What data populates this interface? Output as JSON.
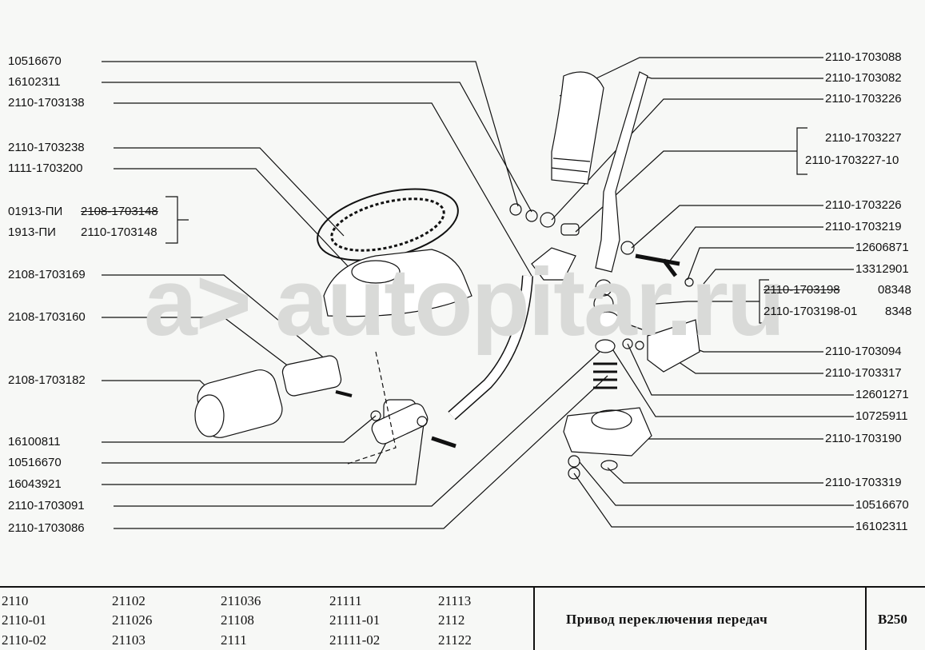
{
  "watermark": "a> autopitar.ru",
  "left_labels": [
    "10516670",
    "16102311",
    "2110-1703138",
    "2110-1703238",
    "1111-1703200",
    "01913-ПИ",
    "2108-1703148",
    "1913-ПИ",
    "2110-1703148",
    "2108-1703169",
    "2108-1703160",
    "2108-1703182",
    "16100811",
    "10516670",
    "16043921",
    "2110-1703091",
    "2110-1703086"
  ],
  "right_labels": [
    "2110-1703088",
    "2110-1703082",
    "2110-1703226",
    "2110-1703227",
    "2110-1703227-10",
    "2110-1703226",
    "2110-1703219",
    "12606871",
    "13312901",
    "2110-1703198",
    "08348",
    "2110-1703198-01",
    "8348",
    "2110-1703094",
    "2110-1703317",
    "12601271",
    "10725911",
    "2110-1703190",
    "2110-1703319",
    "10516670",
    "16102311"
  ],
  "footer": {
    "models": [
      [
        "2110",
        "2110-01",
        "2110-02"
      ],
      [
        "21102",
        "211026",
        "21103"
      ],
      [
        "211036",
        "21108",
        "2111"
      ],
      [
        "21111",
        "21111-01",
        "21111-02"
      ],
      [
        "21113",
        "2112",
        "21122"
      ]
    ],
    "title": "Привод переключения передач",
    "code": "B250"
  }
}
